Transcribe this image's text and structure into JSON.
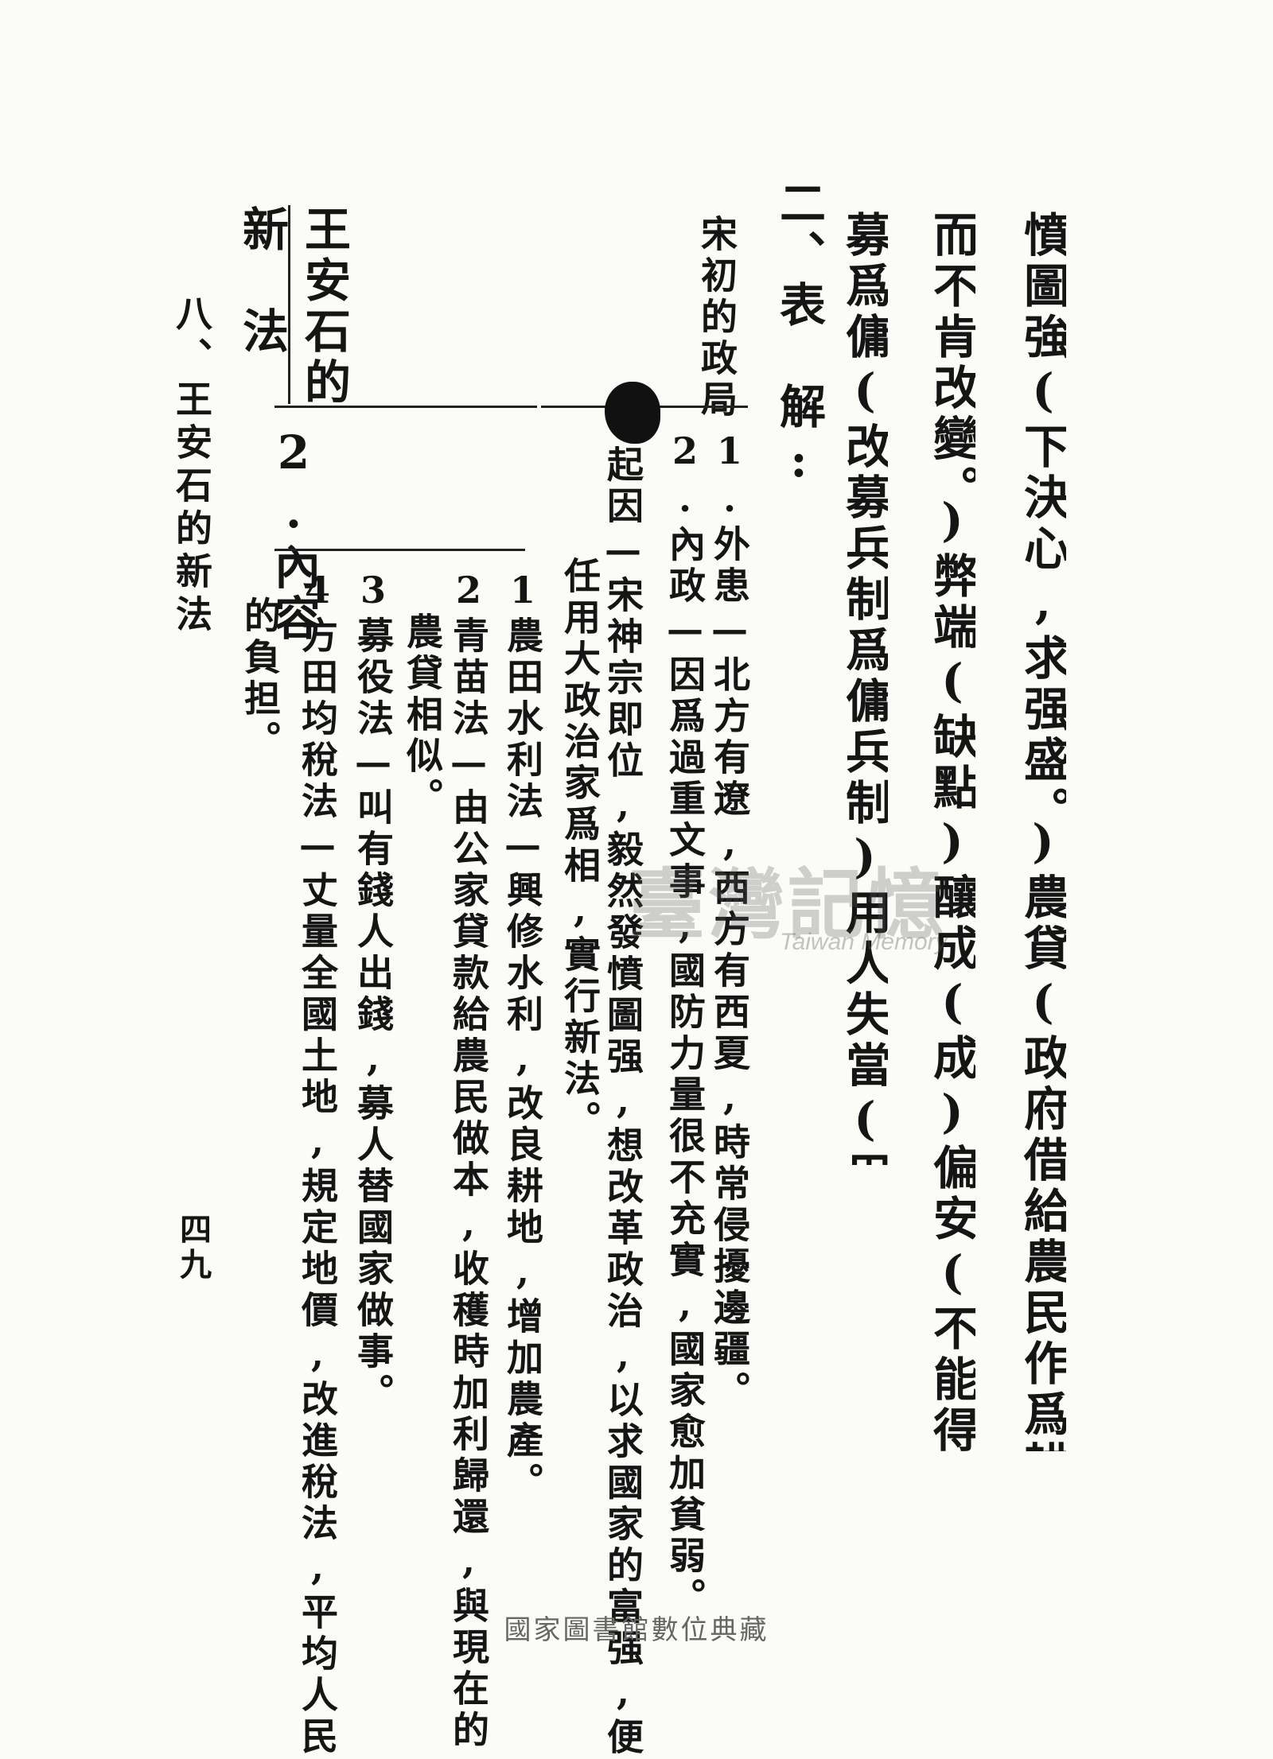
{
  "vocab": {
    "line1": "憤圖強(下決心,求强盛。)農貸(政府借給農民作爲耕種本錢的款項。)南宋(宋自高宗遷都臨安以後,史稱爲南宋。)守舊(遵守舊有的習慣和舊有的方法",
    "line2": "而不肯改變。)弊端(缺點)釀成(成)偏安(不能得到全國的統治,只能偏安一方。)寓兵於農(國家無事,人民種田,有事立即應徵入伍。)改",
    "line3": "募爲傭(改募兵制爲傭兵制)用人失當(用人不得當。)毅然(堅決的意思)"
  },
  "section_heading": "二、表　解:",
  "early_song": {
    "title": "宋初的政局",
    "item1": "1.外患—北方有遼,西方有西夏,時常侵擾邊疆。",
    "item2": "2.內政—因爲過重文事,國防力量很不充實,國家愈加貧弱。",
    "cause": "起因—宋神宗即位,毅然發憤圖强,想改革政治,以求國家的富强,便",
    "cause_cont": "任用大政治家爲相,實行新法。"
  },
  "new_law": {
    "title_a": "王安石的",
    "title_b": "新　法",
    "content_label": "2.內容",
    "item1": "1農田水利法—興修水利,改良耕地,增加農產。",
    "item2": "2青苗法—由公家貸款給農民做本,收穫時加利歸還,與現在的",
    "item2_cont": "農貸相似。",
    "item3": "3募役法—叫有錢人出錢,募人替國家做事。",
    "item4": "4方田均稅法—丈量全國土地,規定地價,改進稅法,平均人民",
    "item4_cont": "的負担。"
  },
  "running_head": "八、王安石的新法",
  "page_number": "四九",
  "watermark": "臺灣記憶",
  "watermark_en": "Taiwan Memory",
  "footer": "國家圖書館數位典藏"
}
